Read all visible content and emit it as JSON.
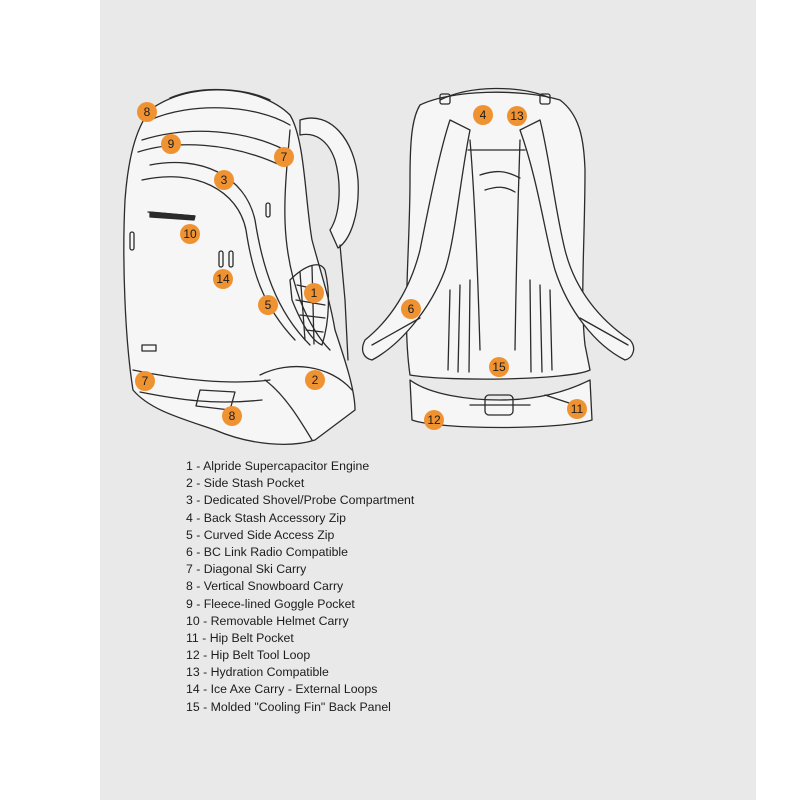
{
  "badge_color": "#ef9332",
  "backpack_views": [
    {
      "view": "front",
      "callouts": [
        "8",
        "9",
        "7",
        "3",
        "10",
        "14",
        "5",
        "1",
        "2",
        "7",
        "8"
      ]
    },
    {
      "view": "back",
      "callouts": [
        "4",
        "13",
        "6",
        "15",
        "12",
        "11"
      ]
    }
  ],
  "legend": [
    "1 - Alpride Supercapacitor Engine",
    "2 - Side Stash Pocket",
    "3 - Dedicated Shovel/Probe Compartment",
    "4 - Back Stash Accessory Zip",
    "5 - Curved Side Access Zip",
    "6 - BC Link Radio Compatible",
    "7 - Diagonal Ski Carry",
    "8 - Vertical Snowboard Carry",
    "9 - Fleece-lined Goggle Pocket",
    "10 - Removable Helmet Carry",
    "11 - Hip Belt Pocket",
    "12 - Hip Belt Tool Loop",
    "13 - Hydration Compatible",
    "14 - Ice Axe Carry - External Loops",
    "15 - Molded \"Cooling Fin\" Back Panel"
  ]
}
